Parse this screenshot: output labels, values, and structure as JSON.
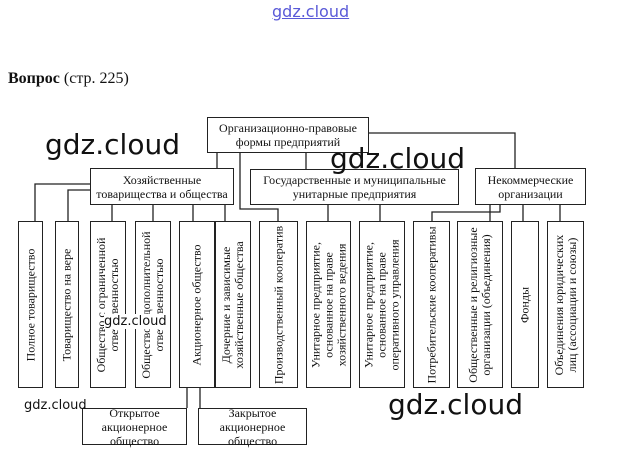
{
  "header_watermark": "gdz.cloud",
  "question": {
    "label": "Вопрос",
    "page": "(стр. 225)"
  },
  "diagram": {
    "root": "Организационно-правовые формы предприятий",
    "groups": [
      "Хозяйственные товарищества и общества",
      "Государственные и муниципальные унитарные предприятия",
      "Некоммерческие организации"
    ],
    "items": [
      "Полное товарищество",
      "Товарищество на вере",
      "Общество с ограниченной ответственностью",
      "Общество с дополнительной ответственностью",
      "Акционерное общество",
      "Дочерние и зависимые хозяйственные общества",
      "Производственный кооператив",
      "Унитарное предприятие, основанное на праве хозяйственного ведения",
      "Унитарное предприятие, основанное на праве оперативного управления",
      "Потребительские кооперативы",
      "Общественные и религиозные организации (объединения)",
      "Фонды",
      "Объединения юридических лиц (ассоциации и союзы)"
    ],
    "sub_items": [
      "Открытое акционерное общество",
      "Закрытое акционерное общество"
    ]
  },
  "watermarks": [
    "gdz.cloud",
    "gdz.cloud",
    "gdz.cloud",
    "gdz.cloud",
    "gdz.cloud"
  ]
}
